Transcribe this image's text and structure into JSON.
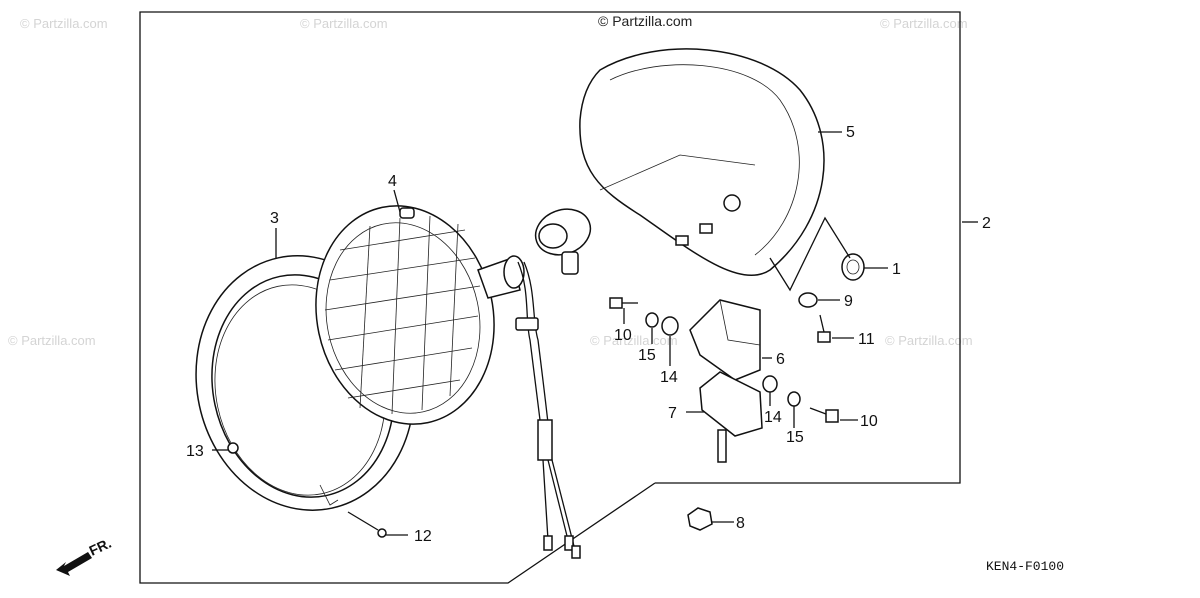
{
  "copyright_top": "© Partzilla.com",
  "watermark_text": "© Partzilla.com",
  "diagram_code": "KEN4-F0100",
  "front_indicator": "FR.",
  "callouts": [
    {
      "id": "1",
      "label": "1"
    },
    {
      "id": "2",
      "label": "2"
    },
    {
      "id": "3",
      "label": "3"
    },
    {
      "id": "4",
      "label": "4"
    },
    {
      "id": "5",
      "label": "5"
    },
    {
      "id": "6",
      "label": "6"
    },
    {
      "id": "7",
      "label": "7"
    },
    {
      "id": "8",
      "label": "8"
    },
    {
      "id": "9",
      "label": "9"
    },
    {
      "id": "10a",
      "label": "10"
    },
    {
      "id": "10b",
      "label": "10"
    },
    {
      "id": "11",
      "label": "11"
    },
    {
      "id": "12",
      "label": "12"
    },
    {
      "id": "13",
      "label": "13"
    },
    {
      "id": "14a",
      "label": "14"
    },
    {
      "id": "14b",
      "label": "14"
    },
    {
      "id": "15a",
      "label": "15"
    },
    {
      "id": "15b",
      "label": "15"
    }
  ]
}
